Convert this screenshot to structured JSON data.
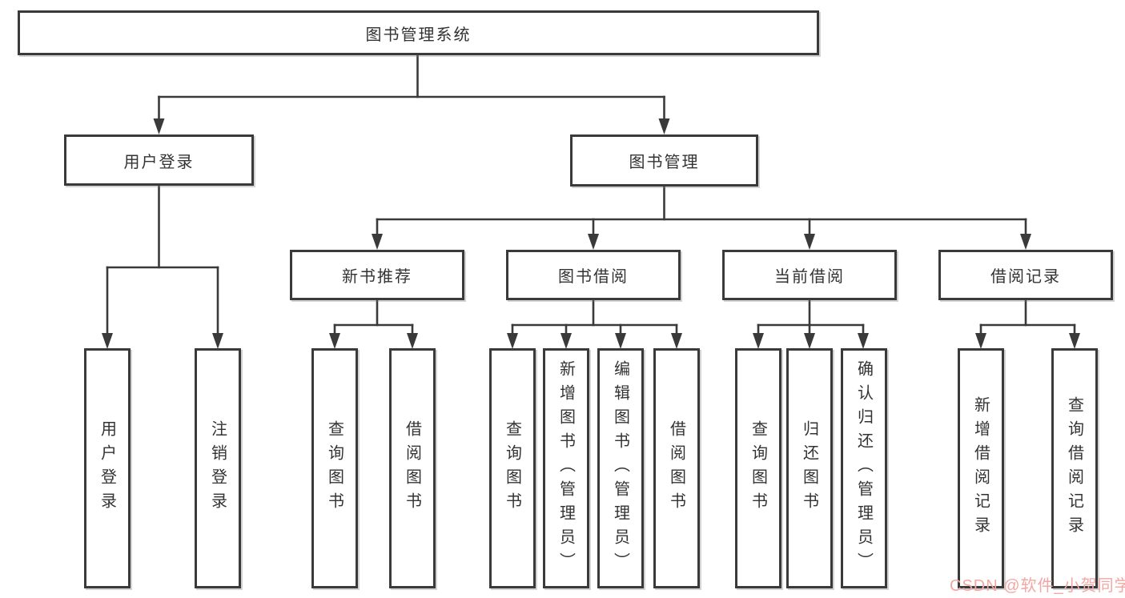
{
  "tree": {
    "root": "图书管理系统",
    "branches": [
      {
        "label": "用户登录",
        "children": [
          "用户登录",
          "注销登录"
        ]
      },
      {
        "label": "图书管理",
        "subbranches": [
          {
            "label": "新书推荐",
            "children": [
              "查询图书",
              "借阅图书"
            ]
          },
          {
            "label": "图书借阅",
            "children": [
              "查询图书",
              "新增图书（管理员）",
              "编辑图书（管理员）",
              "借阅图书"
            ]
          },
          {
            "label": "当前借阅",
            "children": [
              "查询图书",
              "归还图书",
              "确认归还（管理员）"
            ]
          },
          {
            "label": "借阅记录",
            "children": [
              "新增借阅记录",
              "查询借阅记录"
            ]
          }
        ]
      }
    ]
  },
  "watermark": {
    "text": "CSDN @软件_小贺同学",
    "color": "#F2A7A3"
  },
  "colors": {
    "line": "#3a3a3a",
    "box_border": "#3a3a3a",
    "text": "#333333",
    "background": "#ffffff"
  }
}
